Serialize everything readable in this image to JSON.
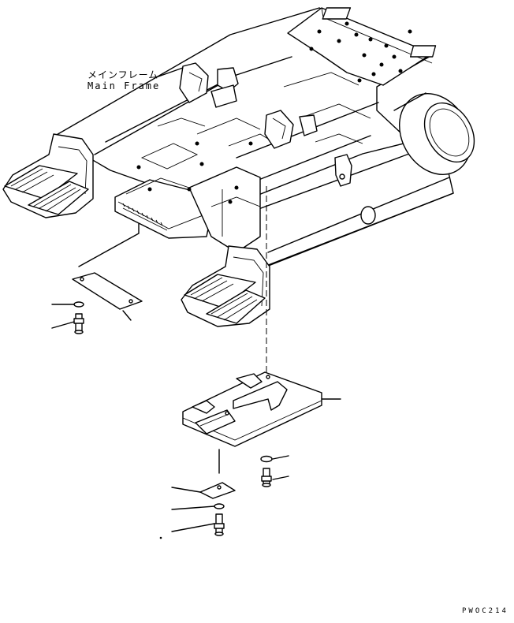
{
  "labels": {
    "main_frame_jp": "メインフレーム",
    "main_frame_en": "Main Frame",
    "drawing_code": "PWOC214"
  }
}
